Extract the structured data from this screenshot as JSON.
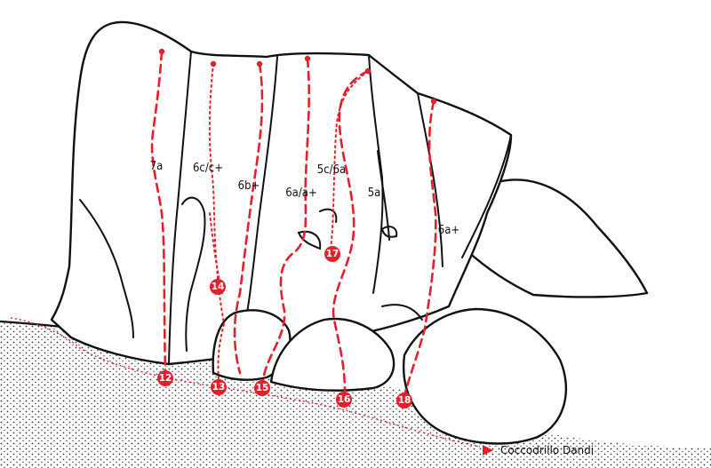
{
  "colors": {
    "route": "#e0202a",
    "ink": "#111111",
    "paper": "#ffffff"
  },
  "routes": [
    {
      "number": "12",
      "grade": "7a"
    },
    {
      "number": "13",
      "grade": "6c/c+"
    },
    {
      "number": "14",
      "grade": ""
    },
    {
      "number": "15",
      "grade": "6b+"
    },
    {
      "number": "15",
      "grade": "6a/a+"
    },
    {
      "number": "16",
      "grade": "5c/6a"
    },
    {
      "number": "17",
      "grade": ""
    },
    {
      "number": "16",
      "grade": "5a"
    },
    {
      "number": "18",
      "grade": "6a+"
    }
  ],
  "labels": {
    "grade_7a": "7a",
    "grade_6c": "6c/c+",
    "grade_6b": "6b+",
    "grade_6a_a": "6a/a+",
    "grade_5c": "5c/6a",
    "grade_5a": "5a",
    "grade_6a_plus": "6a+"
  },
  "markers": {
    "m12": "12",
    "m13": "13",
    "m14": "14",
    "m15": "15",
    "m16": "16",
    "m17": "17",
    "m18": "18"
  },
  "approach": {
    "label": "Coccodrillo Dandi"
  }
}
